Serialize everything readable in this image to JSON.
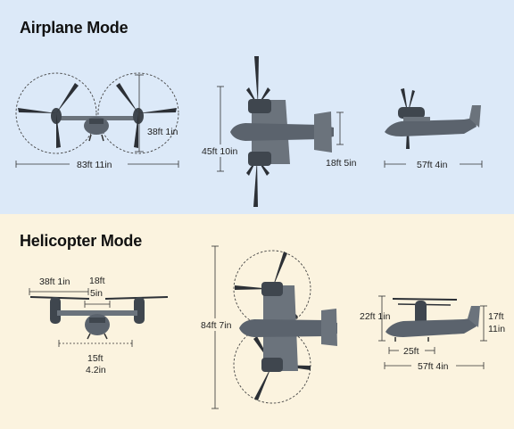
{
  "colors": {
    "airplane_bg": "#dce9f8",
    "helicopter_bg": "#fbf3df",
    "aircraft_gray": "#5b636d",
    "rotor_dark": "#2c3036",
    "dimension_line": "#333333"
  },
  "airplane_mode": {
    "title": "Airplane Mode",
    "front_view": {
      "width_label": "83ft 11in",
      "rotor_diameter_label": "38ft 1in"
    },
    "top_view": {
      "length_label": "45ft 10in",
      "tail_label": "18ft 5in"
    },
    "side_view": {
      "length_label": "57ft 4in"
    }
  },
  "helicopter_mode": {
    "title": "Helicopter Mode",
    "front_view": {
      "rotor_label": "38ft 1in",
      "span_label_1": "18ft",
      "span_label_2": "5in",
      "gear_label_1": "15ft",
      "gear_label_2": "4.2in"
    },
    "top_view": {
      "length_label": "84ft 7in"
    },
    "side_view": {
      "height_label": "22ft 1in",
      "tail_height_label_1": "17ft",
      "tail_height_label_2": "11in",
      "gear_label": "25ft",
      "length_label": "57ft 4in"
    }
  }
}
